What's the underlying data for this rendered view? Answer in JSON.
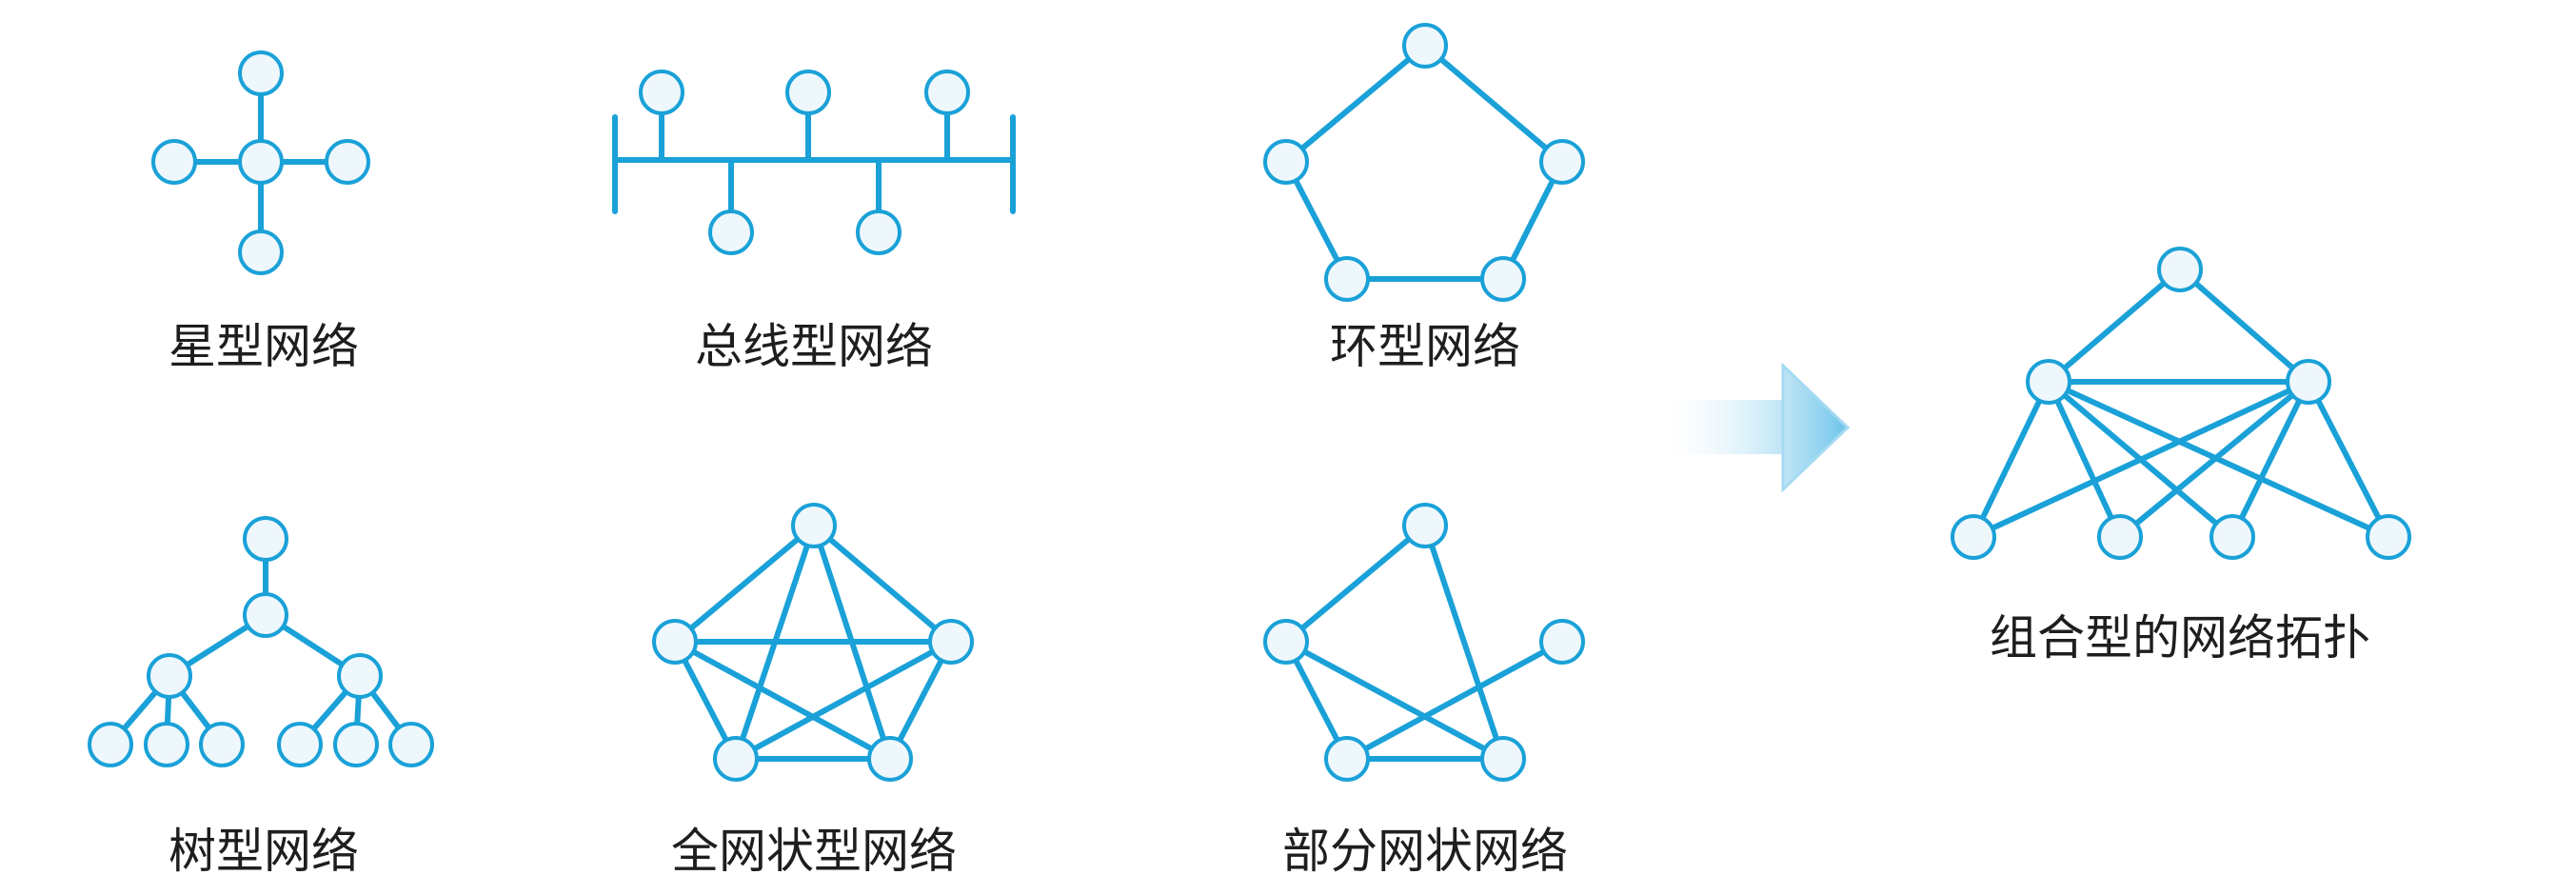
{
  "labels": {
    "star": "星型网络",
    "bus": "总线型网络",
    "ring": "环型网络",
    "tree": "树型网络",
    "full_mesh": "全网状型网络",
    "partial_mesh": "部分网状网络",
    "combined": "组合型的网络拓扑"
  },
  "colors": {
    "line": "#1aa1d8",
    "node_fill": "#eef7fb",
    "arrow": "#8fd0ee",
    "text": "#1e1e1e"
  }
}
